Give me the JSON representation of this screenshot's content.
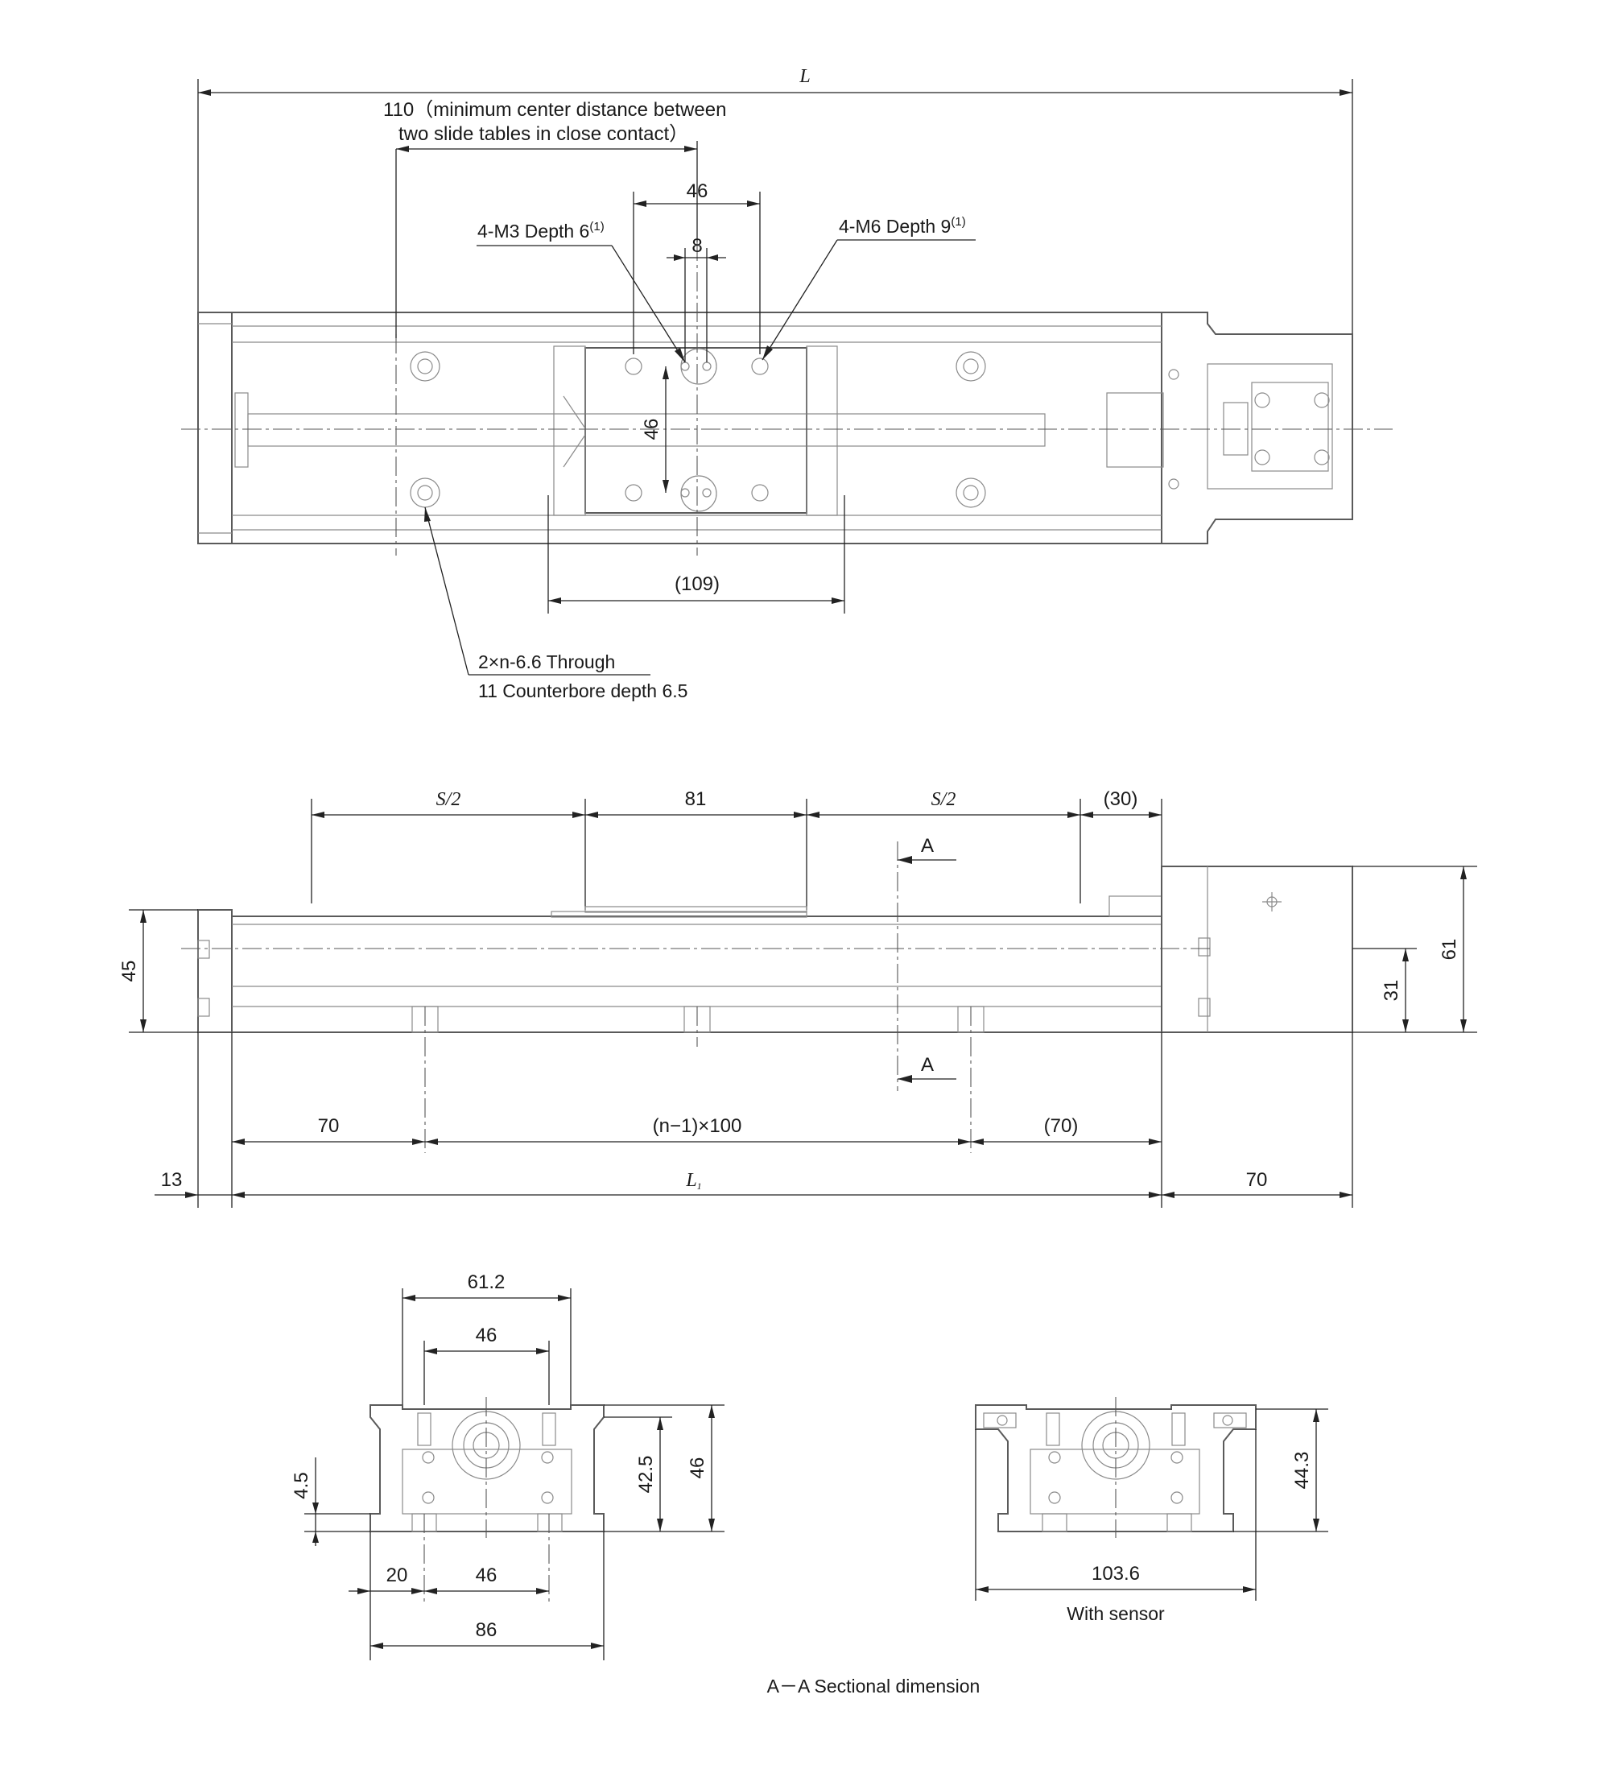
{
  "top_view": {
    "overall_length": "L",
    "min_center_distance_line1": "110（minimum center distance between",
    "min_center_distance_line2": "two slide tables in close contact）",
    "table_hole_pitch_x": "46",
    "table_hole_pitch_y": "46",
    "center_hole_pitch": "8",
    "m3_label": "4-M3 Depth 6",
    "m3_note_ref": "(1)",
    "m6_label": "4-M6 Depth 9",
    "m6_note_ref": "(1)",
    "table_length": "(109)",
    "through_hole_line1": "2×n-6.6 Through",
    "through_hole_line2": "11 Counterbore depth 6.5"
  },
  "side_view": {
    "stroke_half_left": "S/2",
    "table_width": "81",
    "stroke_half_right": "S/2",
    "end_clearance": "(30)",
    "section_mark_top": "A",
    "section_mark_bottom": "A",
    "body_height": "45",
    "shaft_height": "31",
    "motor_height": "61",
    "first_hole": "70",
    "hole_pitch": "(n−1)×100",
    "last_hole": "(70)",
    "end_plate": "13",
    "body_length": "L",
    "body_length_sub": "1",
    "motor_length": "70"
  },
  "section_view": {
    "top_width": "61.2",
    "hole_pitch_top": "46",
    "hole_depth": "4.5",
    "table_height": "42.5",
    "overall_height": "46",
    "edge_offset": "20",
    "hole_pitch_bottom": "46",
    "base_width": "86",
    "sensor_width": "103.6",
    "sensor_height": "44.3",
    "sensor_caption": "With sensor",
    "caption": "A－A Sectional dimension"
  }
}
